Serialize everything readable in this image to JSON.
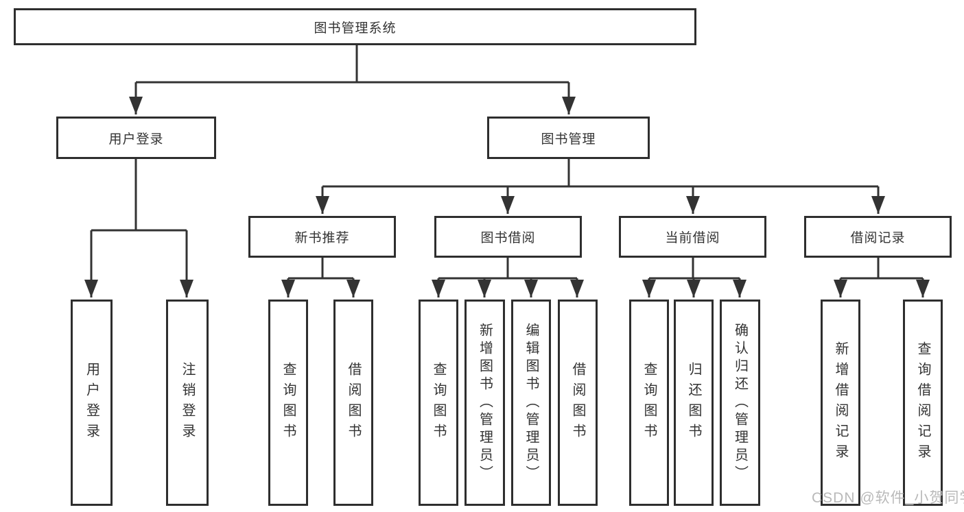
{
  "tree": {
    "root": "图书管理系统",
    "branches": [
      {
        "label": "用户登录",
        "children": [
          "用户登录",
          "注销登录"
        ]
      },
      {
        "label": "图书管理",
        "children": [
          {
            "label": "新书推荐",
            "children": [
              "查询图书",
              "借阅图书"
            ]
          },
          {
            "label": "图书借阅",
            "children": [
              "查询图书",
              "新增图书（管理员）",
              "编辑图书（管理员）",
              "借阅图书"
            ]
          },
          {
            "label": "当前借阅",
            "children": [
              "查询图书",
              "归还图书",
              "确认归还（管理员）"
            ]
          },
          {
            "label": "借阅记录",
            "children": [
              "新增借阅记录",
              "查询借阅记录"
            ]
          }
        ]
      }
    ]
  },
  "watermark": {
    "text": "CSDN @软件_小贺同学"
  },
  "colors": {
    "line": "#333333",
    "box_border": "#2e2e2e",
    "text": "#333333",
    "watermark": "#b9b9b9",
    "background": "#ffffff"
  }
}
